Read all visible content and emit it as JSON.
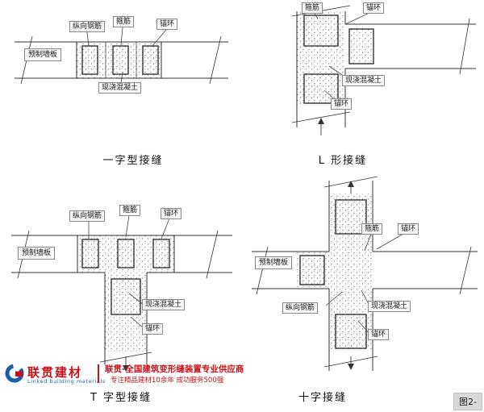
{
  "diagrams": {
    "straight": {
      "title": "一字型接缝",
      "labels": {
        "longitudinal_rebar": "纵向钢筋",
        "stirrup": "箍筋",
        "anchor_ring": "锚环",
        "precast_panel": "预制墙板",
        "cast_concrete": "现浇混凝土"
      }
    },
    "l_shape": {
      "title": "L 形接缝",
      "labels": {
        "stirrup": "箍筋",
        "anchor_ring_top": "锚环",
        "cast_concrete": "现浇混凝土",
        "anchor_ring_bottom": "锚环"
      }
    },
    "t_shape": {
      "title": "T 字型接缝",
      "labels": {
        "longitudinal_rebar": "纵向钢筋",
        "stirrup": "箍筋",
        "anchor_ring_top": "锚环",
        "precast_panel": "预制墙板",
        "cast_concrete": "现浇混凝土",
        "anchor_ring_bottom": "锚环"
      }
    },
    "cross": {
      "title": "十字接缝",
      "labels": {
        "stirrup": "箍筋",
        "anchor_ring_top": "锚环",
        "precast_panel": "预制墙板",
        "longitudinal_rebar": "纵向钢筋",
        "cast_concrete": "现浇混凝土",
        "anchor_ring_bottom": "锚环"
      }
    }
  },
  "footer": {
    "brand_cn": "联贯建材",
    "brand_en": "Linked building materials",
    "slogan_line1": "联贯-全国建筑变形缝装置专业供应商",
    "slogan_line2": "专注精品建材10余年 成功服务500强",
    "figure_ref": "图2-"
  },
  "colors": {
    "line": "#333333",
    "stipple": "#666666",
    "brand_red": "#c8111a",
    "brand_blue": "#1a5fa8",
    "figure_bg": "#d9d9d9"
  }
}
